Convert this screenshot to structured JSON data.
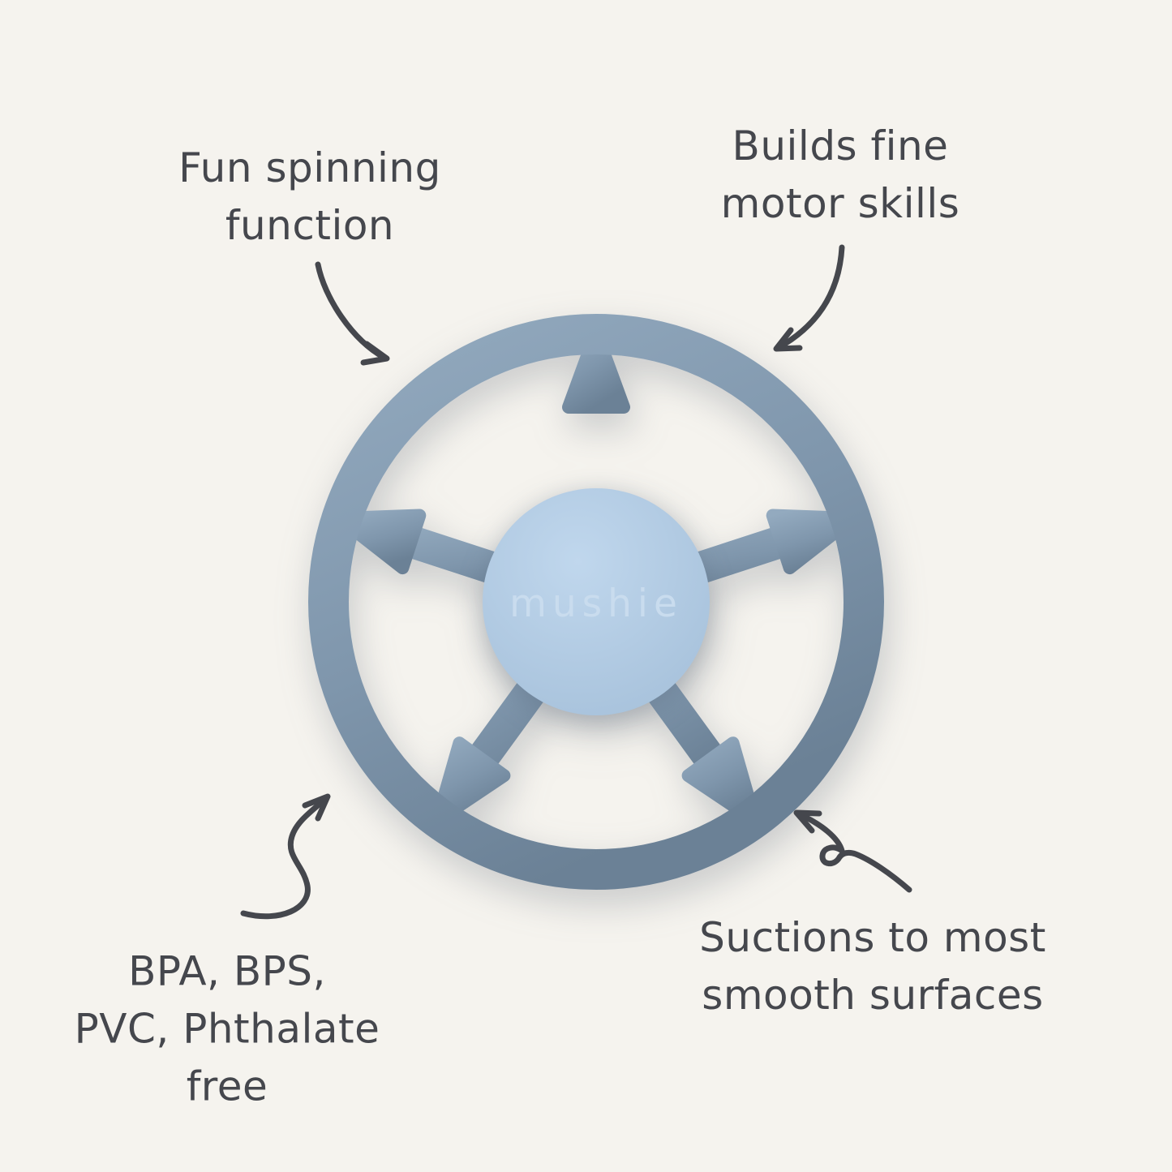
{
  "background": "#f5f3ee",
  "colors": {
    "background": "#f5f3ee",
    "ink": "#45474d",
    "ring_light": "#93aabf",
    "ring_mid": "#7f96ac",
    "ring_dark": "#6b8196",
    "hub_light": "#c0d7ed",
    "hub_dark": "#a4bfd9",
    "wordmark_color": "#c9dcee"
  },
  "product": {
    "wordmark": "mushie"
  },
  "annotations": {
    "top_left": {
      "lines": [
        "Fun spinning",
        "function"
      ]
    },
    "top_right": {
      "lines": [
        "Builds fine",
        "motor skills"
      ]
    },
    "bottom_left": {
      "lines": [
        "BPA, BPS,",
        "PVC, Phthalate",
        "free"
      ]
    },
    "bottom_right": {
      "lines": [
        "Suctions to most",
        "smooth surfaces"
      ]
    }
  }
}
